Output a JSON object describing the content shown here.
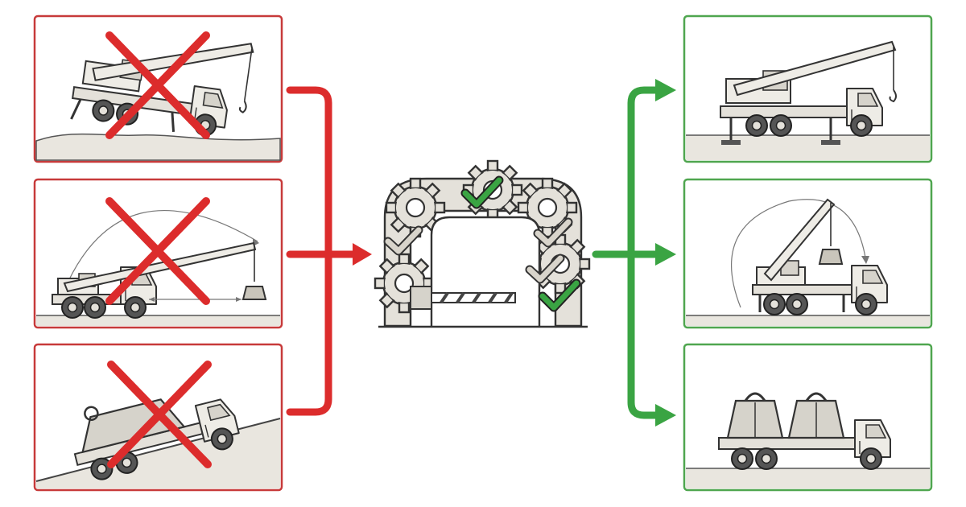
{
  "colors": {
    "bad": "#dc2c2c",
    "good": "#3aa443",
    "panel_bad_border": "#c73a3a",
    "panel_good_border": "#4fa64f",
    "ground": "#e9e6df",
    "line": "#333333",
    "metal": "#e4e1da",
    "metal_dark": "#c9c5bb"
  },
  "panels": {
    "left": [
      {
        "scenario": "crane-on-uneven-ground",
        "verdict": "wrong"
      },
      {
        "scenario": "crane-overreach-load",
        "verdict": "wrong"
      },
      {
        "scenario": "truck-overloaded-on-slope",
        "verdict": "wrong"
      }
    ],
    "right": [
      {
        "scenario": "crane-level-with-outriggers",
        "verdict": "correct"
      },
      {
        "scenario": "crane-short-radius-lift",
        "verdict": "correct"
      },
      {
        "scenario": "truck-secured-load-on-level",
        "verdict": "correct"
      }
    ]
  },
  "center": {
    "icon": "gear-gate-checkpoint-icon",
    "checks": [
      "check-mark-icon",
      "check-mark-icon",
      "check-mark-icon",
      "check-mark-icon"
    ]
  }
}
